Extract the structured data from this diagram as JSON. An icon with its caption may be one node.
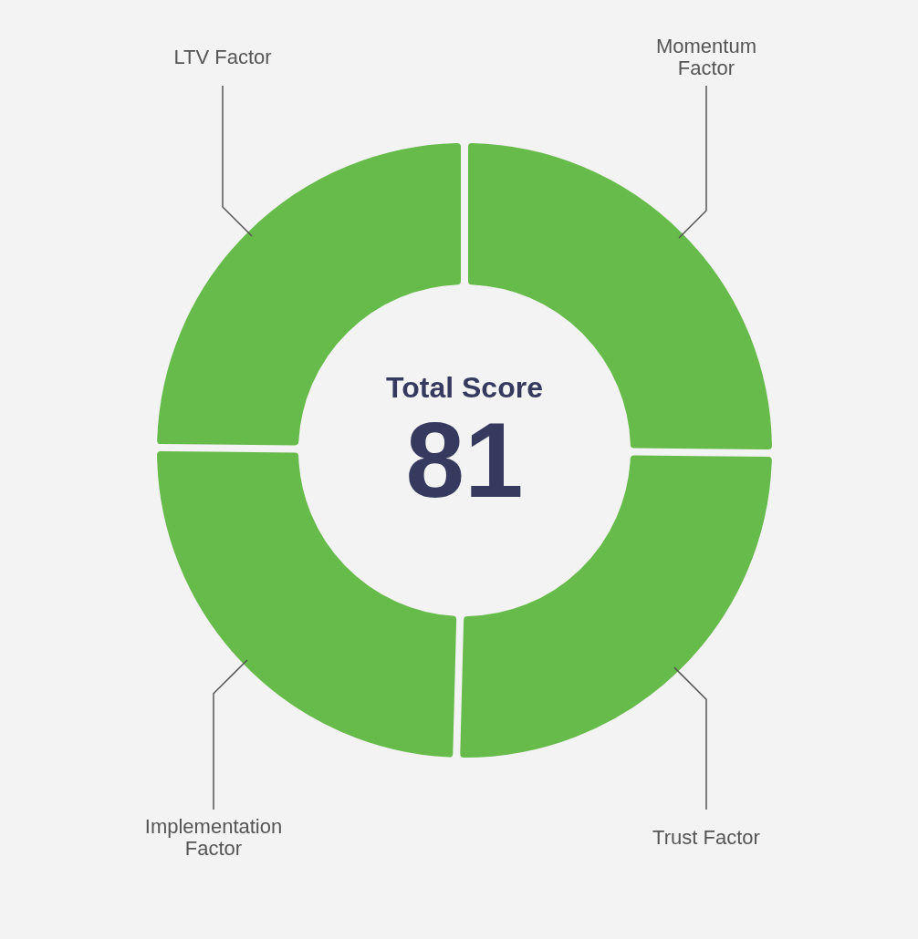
{
  "diagram": {
    "nodes": [
      {
        "text": [
          "LTV Factor"
        ]
      },
      {
        "text": [
          "Momentum Factor"
        ]
      },
      {
        "text": [
          "Implementation Factor"
        ]
      },
      {
        "text": [
          "Trust Factor"
        ]
      },
      {
        "text": [],
        "shape": "arc"
      },
      {
        "text": [],
        "shape": "arc"
      },
      {
        "text": [],
        "shape": "arc"
      },
      {
        "text": [],
        "shape": "arc"
      }
    ],
    "edges": [
      {
        "from": 0,
        "to": 4,
        "arrow": "none"
      },
      {
        "from": 1,
        "to": 5,
        "arrow": "none"
      },
      {
        "from": 2,
        "to": 6,
        "arrow": "none"
      },
      {
        "from": 3,
        "to": 7,
        "arrow": "none"
      }
    ],
    "labels": [
      "Total Score",
      "81"
    ]
  }
}
